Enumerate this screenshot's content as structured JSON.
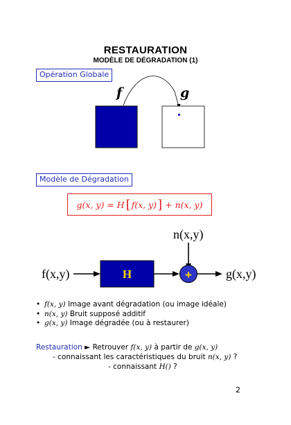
{
  "title": "RESTAURATION",
  "subtitle": "MODÈLE DE DÉGRADATION (1)",
  "section1": {
    "label": "Opération Globale",
    "f_label": "f",
    "g_label": "g"
  },
  "section2": {
    "label": "Modèle de Dégradation"
  },
  "formula": {
    "lhs": "g(x, y) = H",
    "inner": "f(x, y)",
    "rhs": "+ n(x, y)"
  },
  "diagram": {
    "noise": "n(x,y)",
    "input": "f(x,y)",
    "system": "H",
    "sum": "+",
    "output": "g(x,y)",
    "colors": {
      "block": "#0000a8",
      "h_text": "#ffd600",
      "sum": "#2e36c8"
    }
  },
  "bullets": [
    {
      "math": "f(x, y)",
      "text": " Image avant dégradation (ou image idéale)"
    },
    {
      "math": "n(x, y)",
      "text": " Bruit supposé additif"
    },
    {
      "math": "g(x, y)",
      "text": " Image dégradée (ou à restaurer)"
    }
  ],
  "restoration": {
    "keyword": "Restauration",
    "arrow": "►",
    "l1a": "Retrouver ",
    "l1m1": "f(x, y)",
    "l1b": " à partir de ",
    "l1m2": "g(x, y)",
    "l2a": "- connaissant les caractéristiques du bruit ",
    "l2m": "n(x, y)",
    "l2b": " ?",
    "l3a": "- connaissant ",
    "l3m": "H()",
    "l3b": " ?"
  },
  "page_number": "2"
}
